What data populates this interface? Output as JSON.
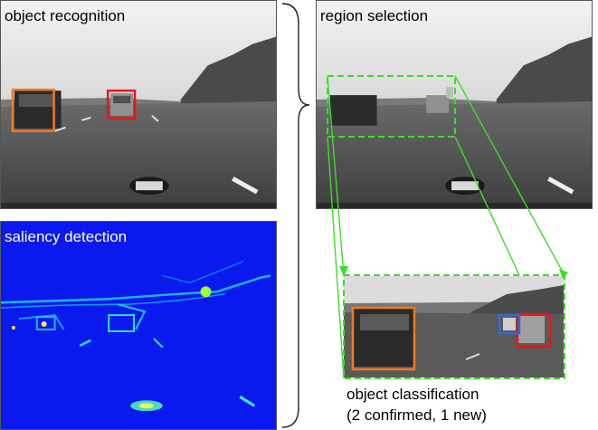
{
  "panels": {
    "object_recognition": {
      "label": "object recognition"
    },
    "saliency_detection": {
      "label": "saliency detection"
    },
    "region_selection": {
      "label": "region selection"
    },
    "object_classification": {
      "caption_line1": "object classification",
      "caption_line2": "(2 confirmed, 1 new)"
    }
  },
  "colors": {
    "confirmed_orange": "#f07a1e",
    "confirmed_red": "#e8141c",
    "new_blue": "#2a6ed8",
    "region_green": "#3ddc2a",
    "saliency_bg": "#0a1aee"
  }
}
